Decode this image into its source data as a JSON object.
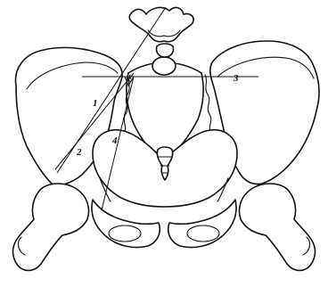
{
  "labels": {
    "line_1": "1",
    "line_2": "2",
    "line_3": "3",
    "line_4": "4"
  },
  "colors": {
    "ink": "#111111",
    "paper": "#ffffff"
  }
}
